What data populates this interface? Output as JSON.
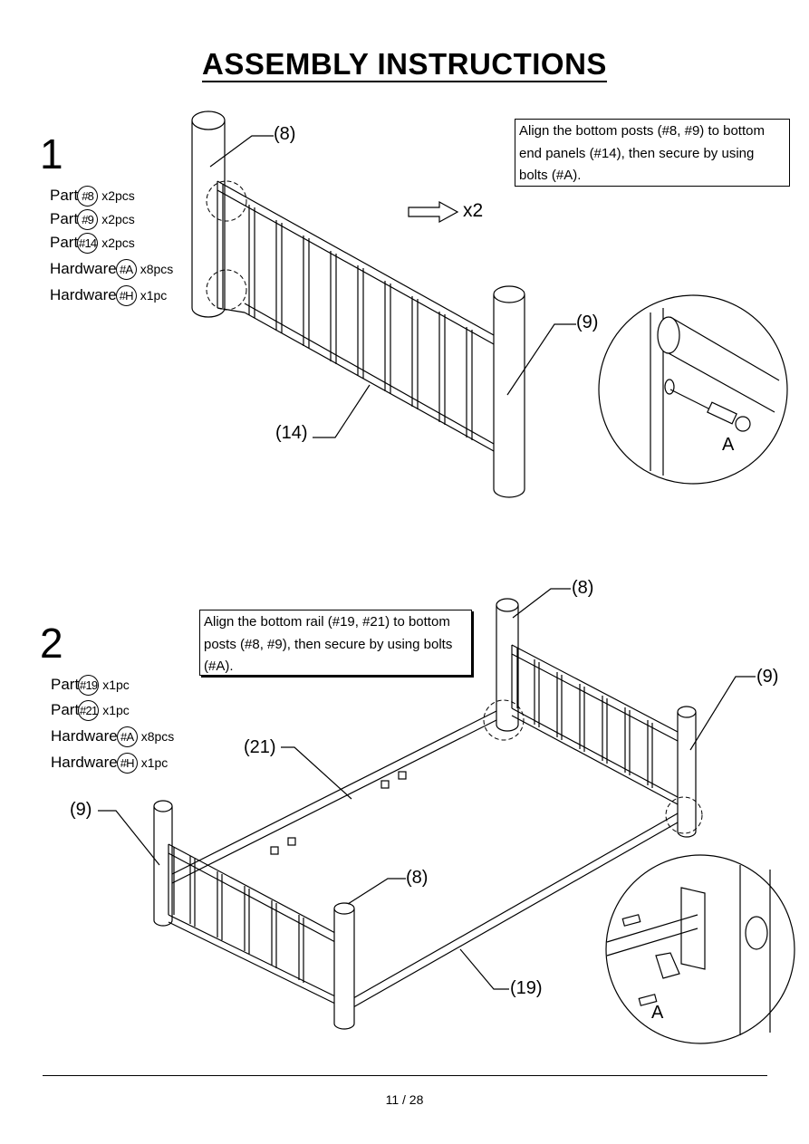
{
  "title": "ASSEMBLY  INSTRUCTIONS",
  "steps": [
    {
      "number": "1",
      "parts": [
        {
          "label": "Part",
          "id": "#8",
          "qty": "x2pcs"
        },
        {
          "label": "Part",
          "id": "#9",
          "qty": "x2pcs"
        },
        {
          "label": "Part",
          "id": "#14",
          "qty": "x2pcs"
        },
        {
          "label": "Hardware",
          "id": "#A",
          "qty": "x8pcs"
        },
        {
          "label": "Hardware",
          "id": "#H",
          "qty": "x1pc"
        }
      ],
      "note_lines": [
        "Align the bottom posts (#8, #9) to bottom",
        "end panels (#14), then secure by using",
        "bolts (#A)."
      ],
      "repeat": "x2",
      "callouts": {
        "post_8": "(8)",
        "post_9": "(9)",
        "panel_14": "(14)",
        "bolt_A": "A"
      }
    },
    {
      "number": "2",
      "parts": [
        {
          "label": "Part",
          "id": "#19",
          "qty": "x1pc"
        },
        {
          "label": "Part",
          "id": "#21",
          "qty": "x1pc"
        },
        {
          "label": "Hardware",
          "id": "#A",
          "qty": "x8pcs"
        },
        {
          "label": "Hardware",
          "id": "#H",
          "qty": "x1pc"
        }
      ],
      "note_lines": [
        "Align the bottom rail (#19, #21) to bottom",
        "posts (#8, #9), then secure by using bolts",
        "(#A)."
      ],
      "callouts": {
        "post_8_top": "(8)",
        "post_9_right": "(9)",
        "rail_21": "(21)",
        "post_9_left": "(9)",
        "post_8_front": "(8)",
        "rail_19": "(19)",
        "bolt_A": "A"
      }
    }
  ],
  "page_number": "11 / 28"
}
